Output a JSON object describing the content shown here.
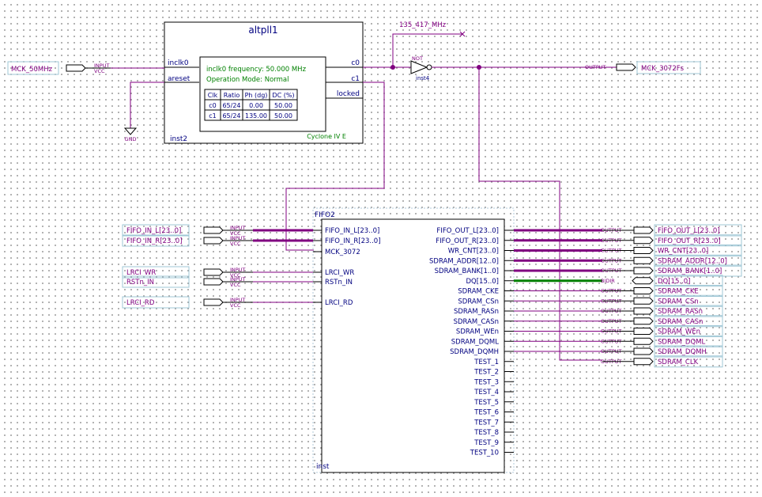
{
  "colors": {
    "wire": "#800080",
    "text": "#000080",
    "pin": "#800080",
    "box": "#000000",
    "green": "#008000",
    "bus_green": "#008000",
    "name": "#0a0aa0"
  },
  "pll": {
    "title": "altpll1",
    "inst": "inst2",
    "family": "Cyclone IV E",
    "port_inclk0": "inclk0",
    "port_areset": "areset",
    "port_c0": "c0",
    "port_c1": "c1",
    "port_locked": "locked",
    "info_freq": "inclk0 frequency: 50.000 MHz",
    "info_mode": "Operation Mode: Normal",
    "table_header": [
      "Clk",
      "Ratio",
      "Ph (dg)",
      "DC (%)"
    ],
    "table_rows": [
      [
        "c0",
        "65/24",
        "0.00",
        "50.00"
      ],
      [
        "c1",
        "65/24",
        "135.00",
        "50.00"
      ]
    ]
  },
  "inputs": {
    "mck": "MCK_50MHz",
    "input_label": "INPUT",
    "vcc_label": "VCC",
    "gnd_label": "GND"
  },
  "net_135": "135_417_MHz",
  "not_gate": {
    "label": "NOT",
    "inst": "inst4"
  },
  "output_label": "OUTPUT",
  "bidir_label": "BIDIR",
  "mck_out": "MCK_3072Fs",
  "fifo": {
    "title": "FIFO2",
    "inst": "inst",
    "left_ports": [
      "FIFO_IN_L[23..0]",
      "FIFO_IN_R[23..0]",
      "MCK_3072",
      "LRCI_WR",
      "RSTn_IN",
      "LRCI_RD"
    ],
    "right_ports": [
      "FIFO_OUT_L[23..0]",
      "FIFO_OUT_R[23..0]",
      "WR_CNT[23..0]",
      "SDRAM_ADDR[12..0]",
      "SDRAM_BANK[1..0]",
      "DQ[15..0]",
      "SDRAM_CKE",
      "SDRAM_CSn",
      "SDRAM_RASn",
      "SDRAM_CASn",
      "SDRAM_WEn",
      "SDRAM_DQML",
      "SDRAM_DQMH",
      "TEST_1",
      "TEST_2",
      "TEST_3",
      "TEST_4",
      "TEST_5",
      "TEST_6",
      "TEST_7",
      "TEST_8",
      "TEST_9",
      "TEST_10"
    ]
  },
  "input_pins": [
    "FIFO_IN_L[23..0]",
    "FIFO_IN_R[23..0]",
    "LRCI_WR",
    "RSTn_IN",
    "LRCI_RD"
  ],
  "output_pins": [
    "FIFO_OUT_L[23..0]",
    "FIFO_OUT_R[23..0]",
    "WR_CNT[23..0]",
    "SDRAM_ADDR[12..0]",
    "SDRAM_BANK[1..0]",
    "DQ[15..0]",
    "SDRAM_CKE",
    "SDRAM_CSn",
    "SDRAM_RASn",
    "SDRAM_CASn",
    "SDRAM_WEn",
    "SDRAM_DQML",
    "SDRAM_DQMH",
    "SDRAM_CLK"
  ]
}
